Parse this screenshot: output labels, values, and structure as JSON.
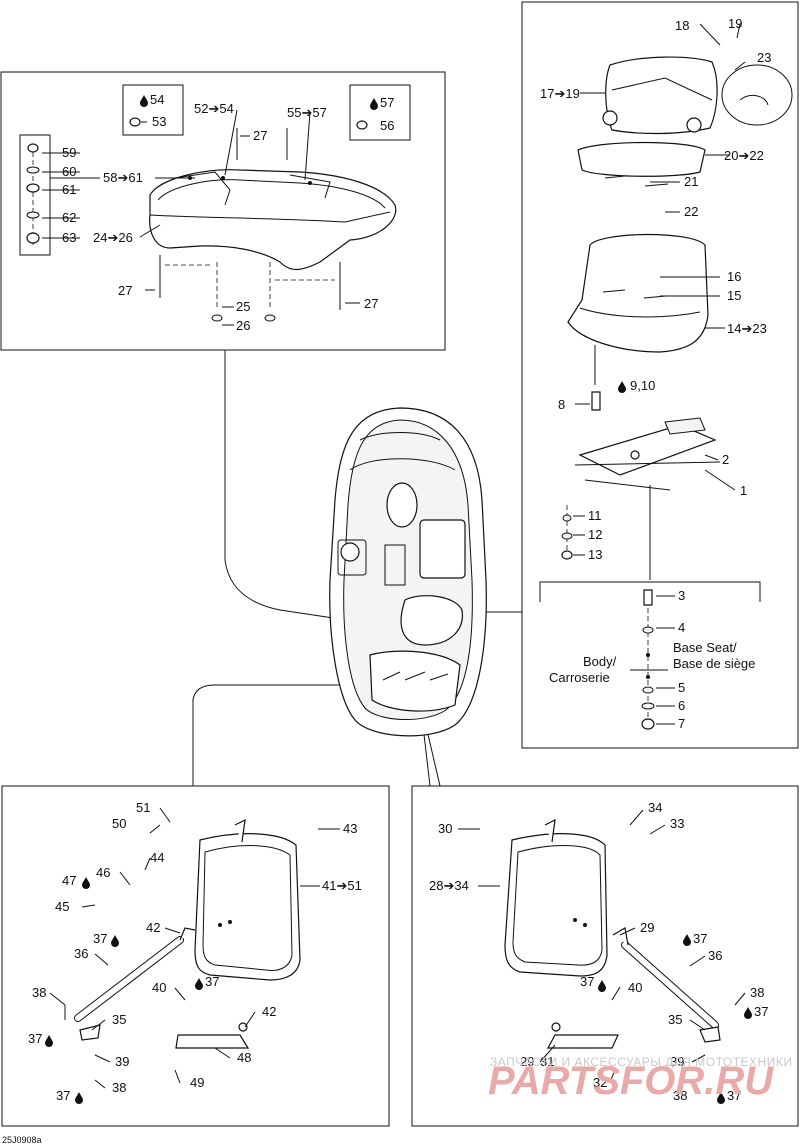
{
  "labels": {
    "l59": "59",
    "l60": "60",
    "l61": "61",
    "l62": "62",
    "l63": "63",
    "l58_61": "58➔61",
    "l24_26": "24➔26",
    "l27a": "27",
    "l27b": "27",
    "l27c": "27",
    "l25": "25",
    "l26": "26",
    "l52_54": "52➔54",
    "l54": "54",
    "l53": "53",
    "l55_57": "55➔57",
    "l57": "57",
    "l56": "56",
    "l18": "18",
    "l19": "19",
    "l23": "23",
    "l17_19": "17➔19",
    "l20_22": "20➔22",
    "l21": "21",
    "l22": "22",
    "l16": "16",
    "l15": "15",
    "l14_23": "14➔23",
    "l8": "8",
    "l9_10": "9,10",
    "l2": "2",
    "l1": "1",
    "l11": "11",
    "l12": "12",
    "l13": "13",
    "l3": "3",
    "l4": "4",
    "l5": "5",
    "l6": "6",
    "l7": "7",
    "base_seat_1": "Base Seat/",
    "base_seat_2": "Base de siège",
    "body_1": "Body/",
    "body_2": "Carroserie",
    "l51": "51",
    "l50": "50",
    "l43": "43",
    "l44": "44",
    "l46": "46",
    "l47": "47",
    "l45": "45",
    "l41_51": "41➔51",
    "l42a": "42",
    "l37a": "37",
    "l36a": "36",
    "l40a": "40",
    "l37b": "37",
    "l38a": "38",
    "l37c": "37",
    "l35a": "35",
    "l42b": "42",
    "l39a": "39",
    "l48": "48",
    "l37d": "37",
    "l38b": "38",
    "l49": "49",
    "l34": "34",
    "l30": "30",
    "l33": "33",
    "l28_34": "28➔34",
    "l29a": "29",
    "l37e": "37",
    "l36b": "36",
    "l37f": "37",
    "l40b": "40",
    "l38c": "38",
    "l35b": "35",
    "l37g": "37",
    "l29b": "29",
    "l31": "31",
    "l39b": "39",
    "l32": "32",
    "l38d": "38",
    "l37h": "37"
  },
  "watermark": {
    "line1": "ЗАПЧАСТИ И АКСЕССУАРЫ ДЛЯ МОТОТЕХНИКИ",
    "line2": "PARTSFOR.RU"
  },
  "figure_code": "25J0908a",
  "icons": [
    "drop-icon"
  ]
}
